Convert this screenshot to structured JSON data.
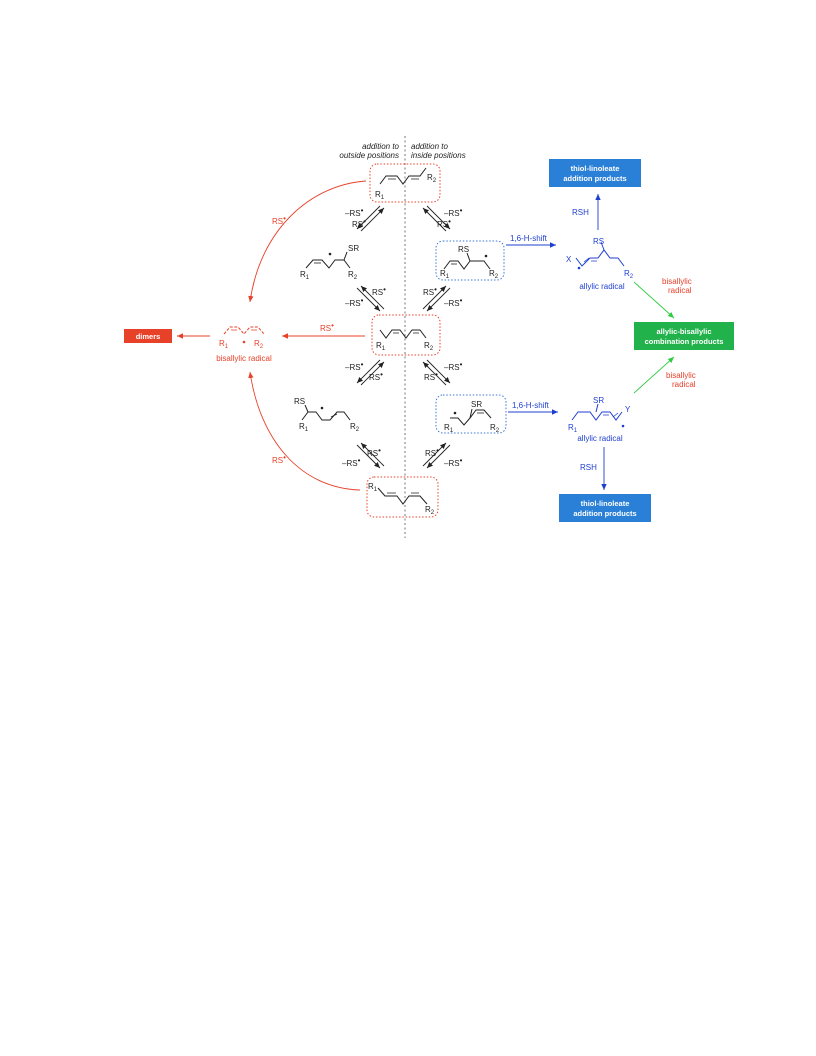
{
  "headers": {
    "outside": [
      "addition to",
      "outside positions"
    ],
    "inside": [
      "addition to",
      "inside positions"
    ]
  },
  "labels": {
    "rs_radical": "RS",
    "minus_rs_radical": "–RS",
    "rsh": "RSH",
    "h_shift": "1,6-H-shift",
    "allylic_radical": "allylic radical",
    "bisallylic_radical_caption": "bisallylic radical",
    "bisallylic": "bisallylic",
    "radical": "radical",
    "dimers": "dimers",
    "sr": "SR",
    "rs": "RS",
    "x": "X",
    "y": "Y",
    "r": "R",
    "sub1": "1",
    "sub2": "2"
  },
  "product_boxes": {
    "thiol_top": [
      "thiol-linoleate",
      "addition products"
    ],
    "thiol_bottom": [
      "thiol-linoleate",
      "addition products"
    ],
    "combination": [
      "allylic-bisallylic",
      "combination products"
    ]
  },
  "colors": {
    "red": "#e8412a",
    "blue": "#1f3fd0",
    "light_blue": "#3b78d8",
    "green": "#2ecc40",
    "box_blue": "#2a7fd6",
    "box_green": "#21b24b",
    "box_red": "#e8412a",
    "dark": "#222222"
  }
}
